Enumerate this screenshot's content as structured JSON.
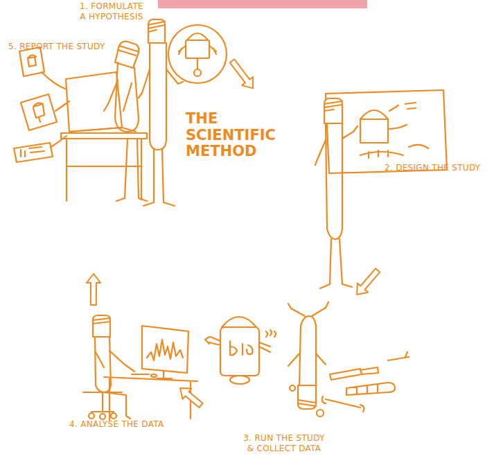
{
  "diagram": {
    "title": "THE SCIENTIFIC METHOD",
    "nodes": [
      {
        "text": [
          "1. FORMULATE A HYPOTHESIS"
        ]
      },
      {
        "text": [
          "2. DESIGN THE STUDY"
        ]
      },
      {
        "text": [
          "3. RUN THE STUDY & COLLECT DATA"
        ]
      },
      {
        "text": [
          "4. ANALYSE THE DATA"
        ]
      },
      {
        "text": [
          "5. REPORT THE STUDY"
        ]
      }
    ],
    "edges": [
      {
        "from": 0,
        "to": 1,
        "arrow": "to"
      },
      {
        "from": 1,
        "to": 2,
        "arrow": "to"
      },
      {
        "from": 2,
        "to": 3,
        "arrow": "to"
      },
      {
        "from": 3,
        "to": 4,
        "arrow": "to"
      }
    ]
  }
}
